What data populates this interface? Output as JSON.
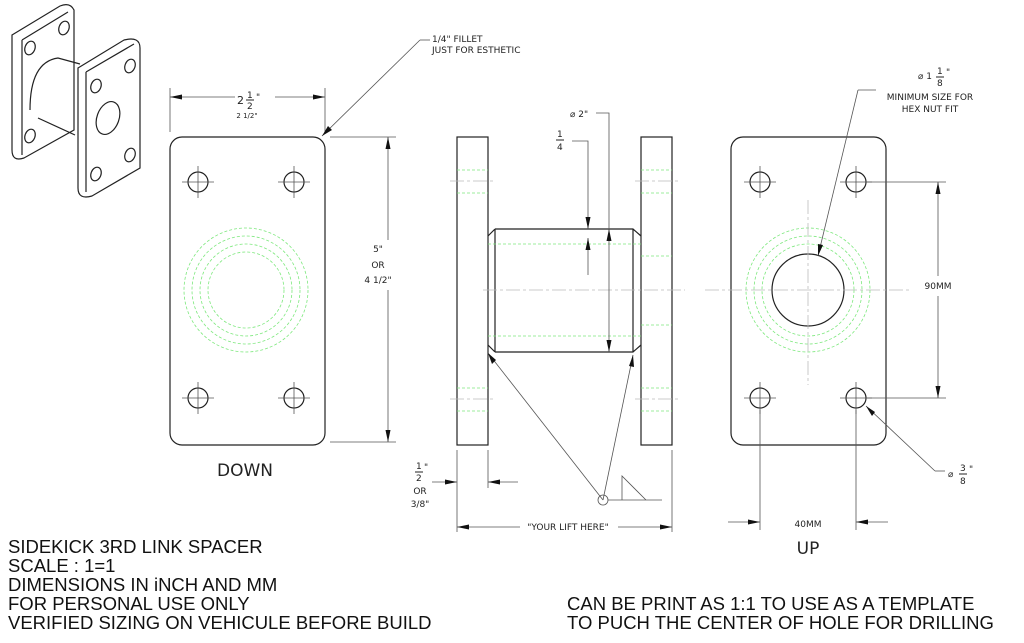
{
  "title_block": {
    "lines": [
      "SIDEKICK 3RD LINK SPACER",
      "SCALE : 1=1",
      "DIMENSIONS IN iNCH AND MM",
      "FOR PERSONAL USE ONLY",
      "VERIFIED SIZING ON VEHICULE BEFORE BUILD"
    ]
  },
  "template_note": {
    "lines": [
      "CAN BE PRINT AS 1:1 TO USE AS A TEMPLATE",
      "TO PUCH THE CENTER OF HOLE FOR DRILLING"
    ]
  },
  "views": {
    "down": {
      "label": "DOWN",
      "width_dim": "2 1/2\"",
      "width_whole": "2",
      "width_num": "1",
      "width_den": "2",
      "height_dim": [
        "5\"",
        "OR",
        "4 1/2\""
      ]
    },
    "side": {
      "diameter_dim": "⌀ 2\"",
      "wall_num": "1",
      "wall_den": "4",
      "plate_num": "1",
      "plate_den": "2",
      "plate_alt": [
        "OR",
        "3/8\""
      ],
      "lift_dim": "\"YOUR LIFT HERE\""
    },
    "up": {
      "label": "UP",
      "hole_whole": "⌀ 1",
      "hole_num": "1",
      "hole_den": "8",
      "hole_note": [
        "MINIMUM SIZE FOR",
        "HEX NUT FIT"
      ],
      "vertical_spacing": "90MM",
      "horizontal_spacing": "40MM",
      "bolt_prefix": "⌀",
      "bolt_num": "3",
      "bolt_den": "8"
    }
  },
  "fillet_note": [
    "1/4\" FILLET",
    "JUST FOR ESTHETIC"
  ],
  "colors": {
    "line": "#222222",
    "hidden": "#7de87d",
    "center": "#bbbbbb"
  }
}
